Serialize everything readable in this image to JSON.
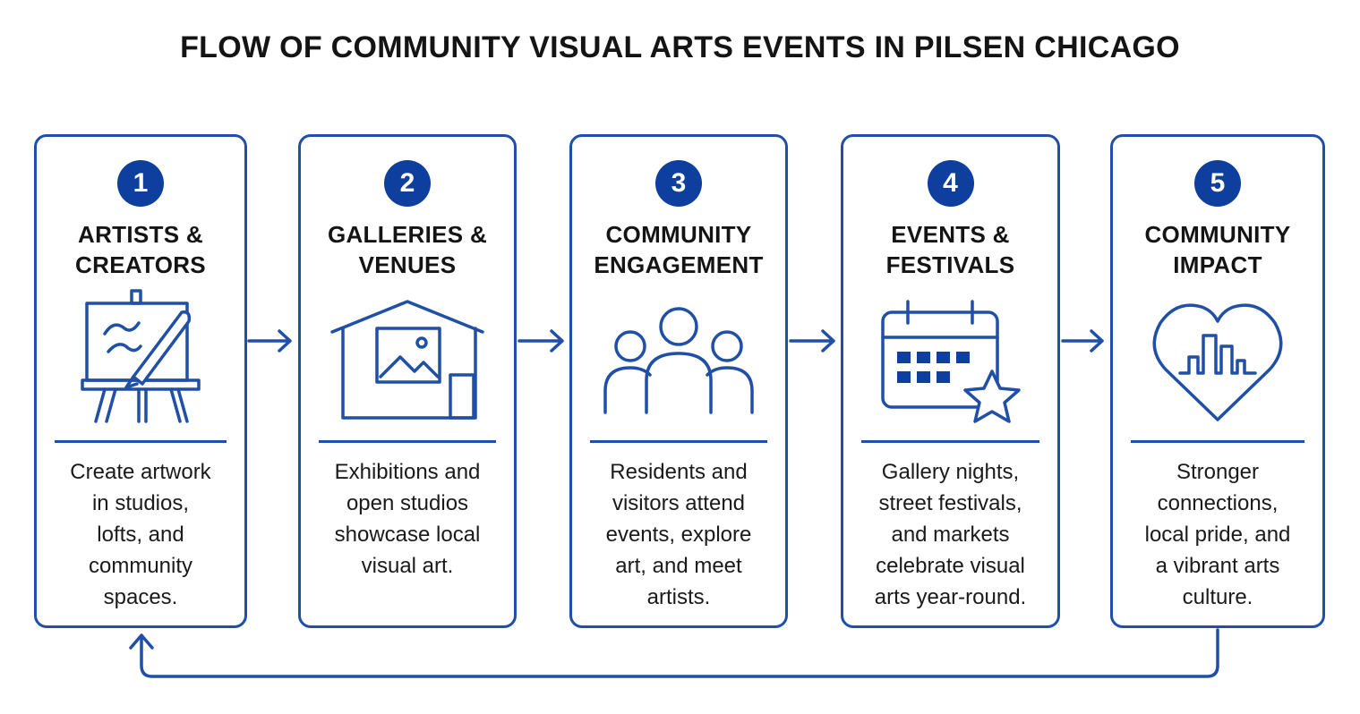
{
  "title": "FLOW OF COMMUNITY VISUAL ARTS EVENTS IN PILSEN CHICAGO",
  "colors": {
    "accent": "#1f4fa6",
    "badge": "#0f3f9e"
  },
  "steps": [
    {
      "number": "1",
      "title_line1": "ARTISTS &",
      "title_line2": "CREATORS",
      "icon": "easel-paintbrush-icon",
      "desc_lines": [
        "Create artwork",
        "in studios,",
        "lofts, and",
        "community",
        "spaces."
      ]
    },
    {
      "number": "2",
      "title_line1": "GALLERIES &",
      "title_line2": "VENUES",
      "icon": "gallery-building-icon",
      "desc_lines": [
        "Exhibitions and",
        "open studios",
        "showcase local",
        "visual art."
      ]
    },
    {
      "number": "3",
      "title_line1": "COMMUNITY",
      "title_line2": "ENGAGEMENT",
      "icon": "people-group-icon",
      "desc_lines": [
        "Residents and",
        "visitors attend",
        "events, explore",
        "art, and meet",
        "artists."
      ]
    },
    {
      "number": "4",
      "title_line1": "EVENTS &",
      "title_line2": "FESTIVALS",
      "icon": "calendar-star-icon",
      "desc_lines": [
        "Gallery nights,",
        "street festivals,",
        "and markets",
        "celebrate visual",
        "arts year-round."
      ]
    },
    {
      "number": "5",
      "title_line1": "COMMUNITY",
      "title_line2": "IMPACT",
      "icon": "heart-city-icon",
      "desc_lines": [
        "Stronger",
        "connections,",
        "local pride, and",
        "a vibrant arts",
        "culture."
      ]
    }
  ]
}
